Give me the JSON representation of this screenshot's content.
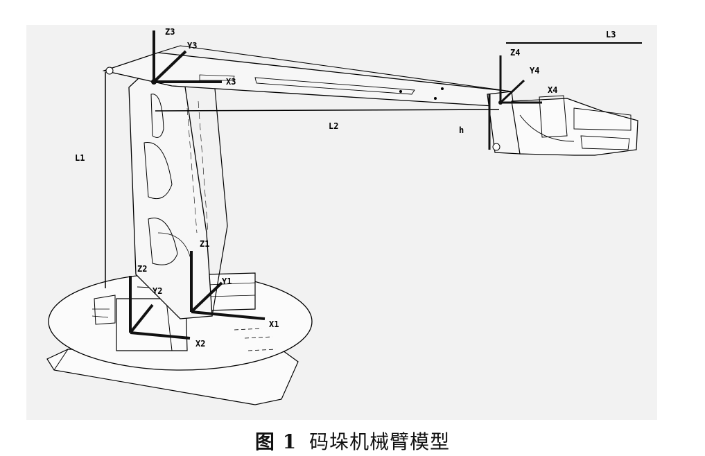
{
  "labels": {
    "z1": "Z1",
    "y1": "Y1",
    "x1": "X1",
    "z2": "Z2",
    "y2": "Y2",
    "x2": "X2",
    "z3": "Z3",
    "y3": "Y3",
    "x3": "X3",
    "z4": "Z4",
    "y4": "Y4",
    "x4": "X4",
    "l1": "L1",
    "l2": "L2",
    "l3": "L3",
    "h": "h"
  },
  "caption": {
    "number": "图 1",
    "text": "码垛机械臂模型"
  },
  "colors": {
    "panel": "#f2f2f2",
    "line": "#000000",
    "axis": "#111111"
  }
}
